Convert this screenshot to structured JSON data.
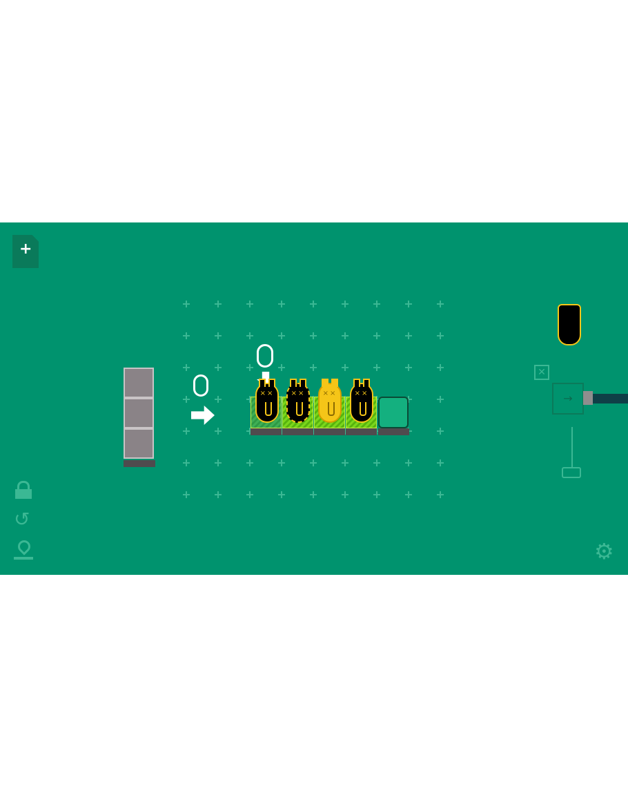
{
  "colors": {
    "background": "#00936e",
    "accent": "#f5c518",
    "tile": "#7ad61c",
    "gray_block": "#8a8387"
  },
  "icons": {
    "new_file": "file-plus-icon",
    "lock": "lock-icon",
    "undo": "undo-icon",
    "map": "map-pin-icon",
    "settings": "gear-icon",
    "mouse": "mouse-click-icon",
    "arrow_right": "arrow-right-icon",
    "arrow_down": "arrow-down-icon"
  },
  "bugs": [
    {
      "state": "dark"
    },
    {
      "state": "glitched"
    },
    {
      "state": "yellow"
    },
    {
      "state": "dark"
    }
  ]
}
